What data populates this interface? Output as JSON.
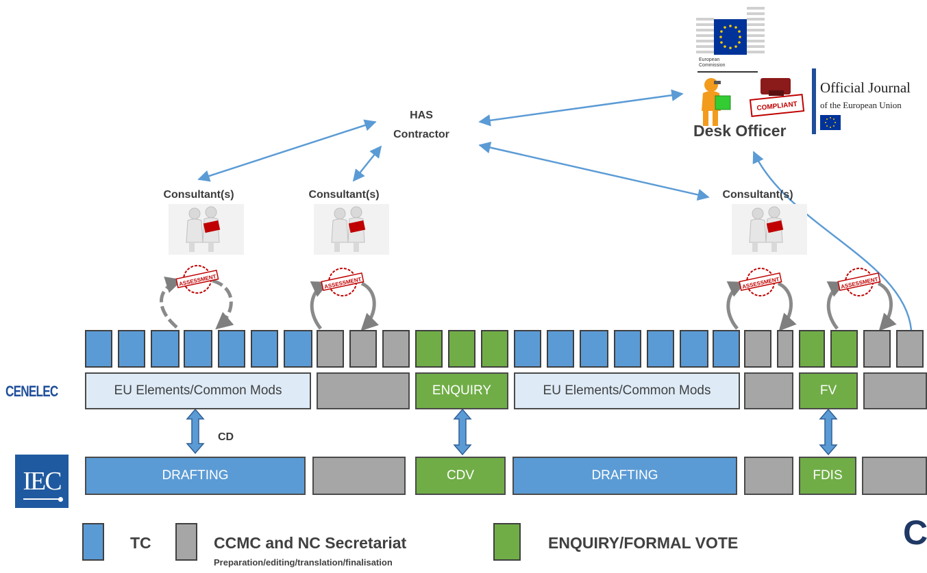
{
  "labels": {
    "has_contractor": "HAS\nContractor",
    "consultant": "Consultant(s)",
    "desk_officer": "Desk Officer",
    "cd": "CD"
  },
  "logos": {
    "ec_text": "European\nCommission",
    "oj_title": "Official Journal",
    "oj_sub": "of the European Union",
    "cenelec": "CENELEC",
    "iec": "IEC",
    "cut_logo": "C"
  },
  "stamps": {
    "assessment": "ASSESSMENT",
    "compliant": "COMPLIANT"
  },
  "cenelec_row": {
    "eu_elements_1": "EU Elements/Common Mods",
    "enquiry": "ENQUIRY",
    "eu_elements_2": "EU Elements/Common Mods",
    "fv": "FV"
  },
  "iec_row": {
    "drafting_1": "DRAFTING",
    "cdv": "CDV",
    "drafting_2": "DRAFTING",
    "fdis": "FDIS"
  },
  "legend": {
    "tc": "TC",
    "ccmc": "CCMC and NC Secretariat",
    "ccmc_sub": "Preparation/editing/translation/finalisation",
    "enquiry_vote": "ENQUIRY/FORMAL VOTE"
  },
  "colors": {
    "tc_blue": "#5b9bd5",
    "secretariat_grey": "#a6a6a6",
    "vote_green": "#70ad47",
    "eu_light_blue": "#deebf7",
    "arrow_blue": "#5b9bd5",
    "stamp_red": "#c00000"
  }
}
